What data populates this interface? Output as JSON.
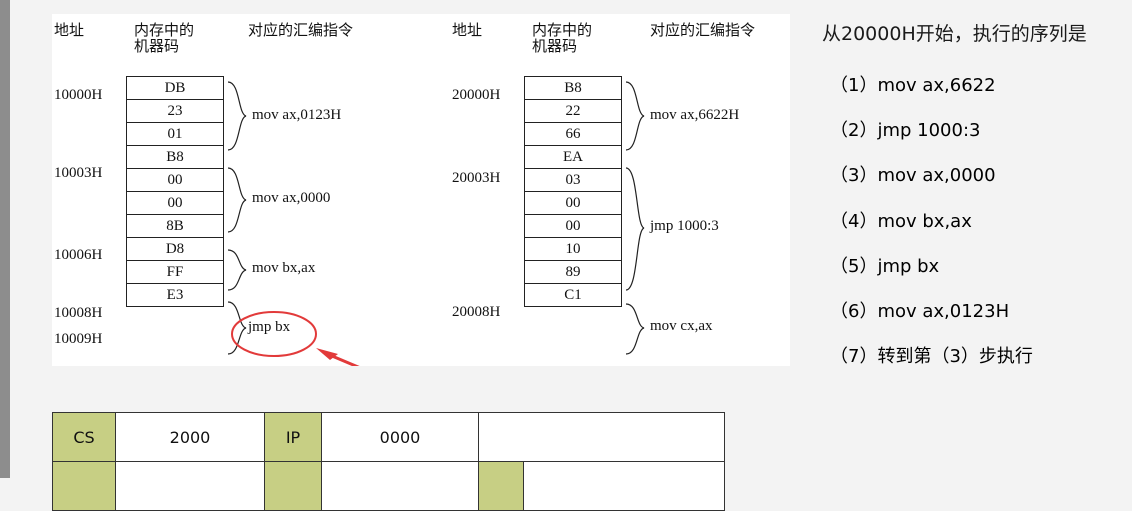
{
  "headers": {
    "addr": "地址",
    "machine_code": "内存中的\n机器码",
    "asm": "对应的汇编指令"
  },
  "left_table": {
    "addresses": [
      "10000H",
      "10003H",
      "10006H",
      "10008H",
      "10009H"
    ],
    "cells": [
      "DB",
      "23",
      "01",
      "B8",
      "00",
      "00",
      "8B",
      "D8",
      "FF",
      "E3"
    ],
    "instructions": [
      "mov ax,0123H",
      "mov ax,0000",
      "mov bx,ax",
      "jmp bx"
    ]
  },
  "right_table": {
    "addresses": [
      "20000H",
      "20003H",
      "20008H"
    ],
    "cells": [
      "B8",
      "22",
      "66",
      "EA",
      "03",
      "00",
      "00",
      "10",
      "89",
      "C1"
    ],
    "instructions": [
      "mov ax,6622H",
      "jmp 1000:3",
      "mov cx,ax"
    ]
  },
  "explanation": {
    "title": "从20000H开始，执行的序列是",
    "steps": [
      "（1）mov ax,6622",
      "（2）jmp 1000:3",
      "（3）mov ax,0000",
      "（4）mov bx,ax",
      "（5）jmp bx",
      "（6）mov ax,0123H",
      "（7）转到第（3）步执行"
    ]
  },
  "registers": {
    "row1": {
      "cs_label": "CS",
      "cs_value": "2000",
      "ip_label": "IP",
      "ip_value": "0000"
    }
  },
  "colors": {
    "highlight_red": "#e23a3a",
    "register_label_bg": "#c7cf84"
  }
}
